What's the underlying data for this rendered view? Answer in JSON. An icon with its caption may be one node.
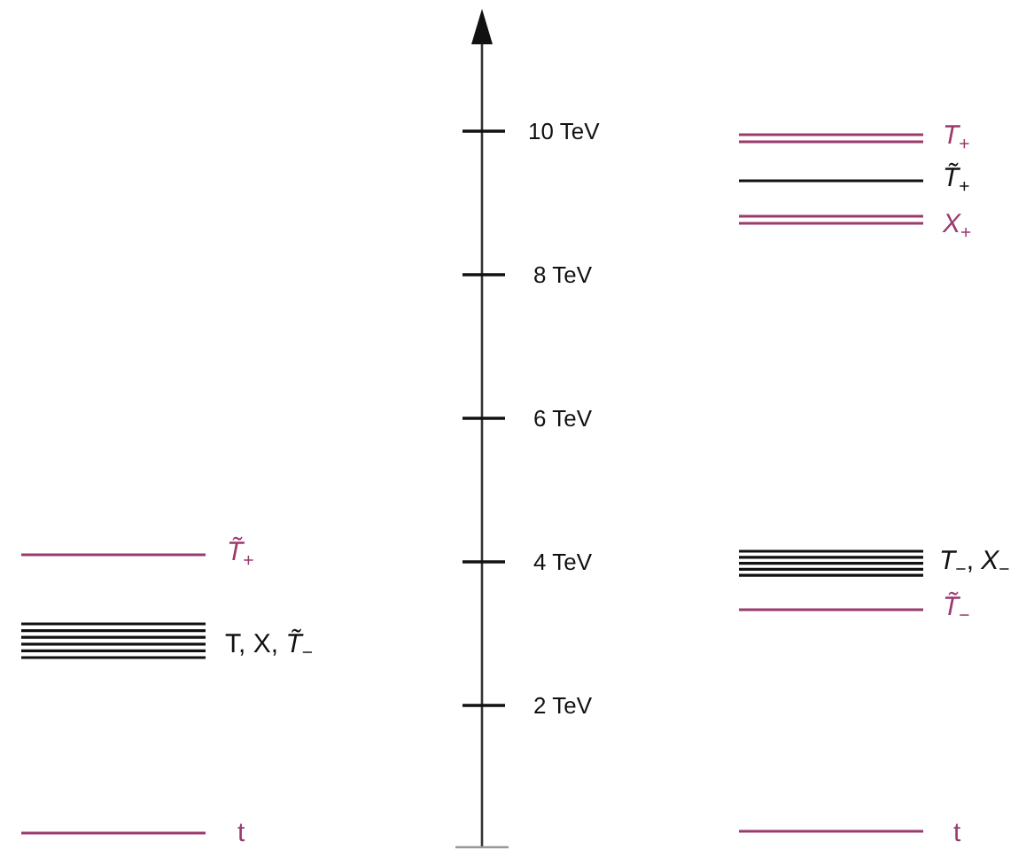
{
  "diagram": {
    "labels": [
      "10 TeV",
      "*T*$_{+}$",
      "*T̃*$_{+}$",
      "*X*$_{+}$",
      "8 TeV",
      "6 TeV",
      "*T̃*$_{+}$",
      "4 TeV",
      "*T*$_{−}$, *X*$_{−}$",
      "*T̃*$_{−}$",
      "T, X, *T̃*$_{−}$",
      "2 TeV",
      "t",
      "t"
    ]
  }
}
